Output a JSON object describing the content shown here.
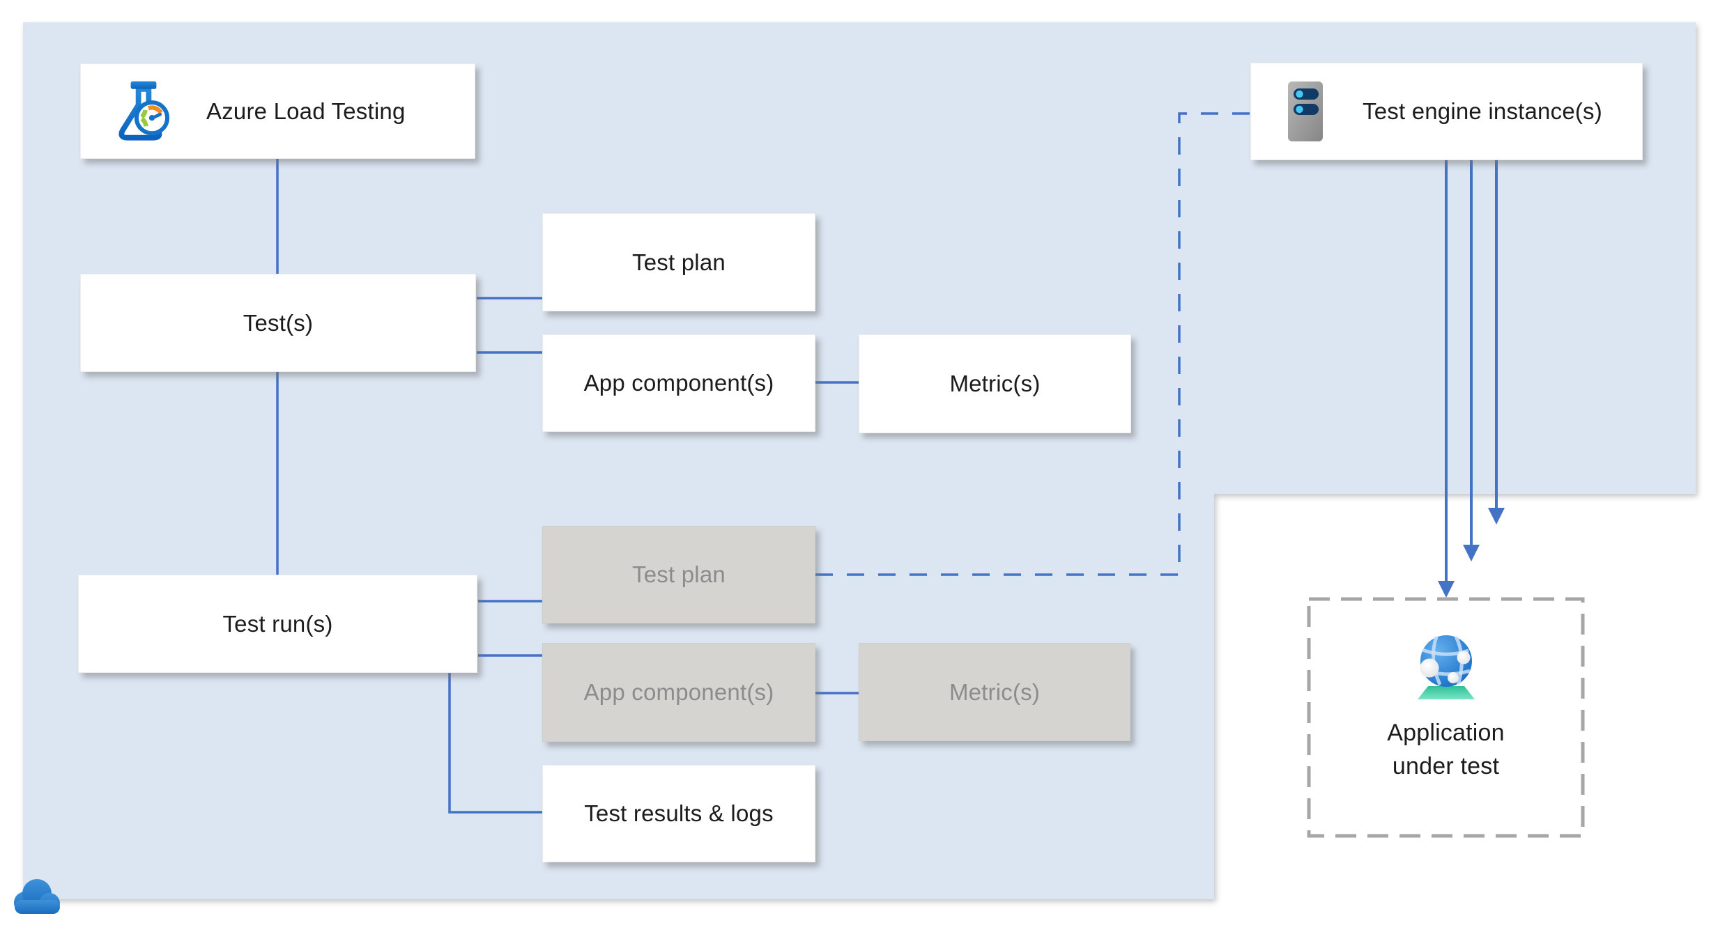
{
  "diagram": {
    "description_domain": "Azure Load Testing architecture diagram"
  },
  "nodes": {
    "azure_load_testing": {
      "label": "Azure Load Testing",
      "icon": "load-testing-icon"
    },
    "tests": {
      "label": "Test(s)"
    },
    "test_runs": {
      "label": "Test run(s)"
    },
    "test_plan": {
      "label": "Test plan"
    },
    "app_components": {
      "label": "App component(s)"
    },
    "metrics": {
      "label": "Metric(s)"
    },
    "test_run_test_plan": {
      "label": "Test plan"
    },
    "test_run_app_components": {
      "label": "App component(s)"
    },
    "test_run_metrics": {
      "label": "Metric(s)"
    },
    "test_results_logs": {
      "label": "Test results & logs"
    },
    "test_engine_instances": {
      "label": "Test engine instance(s)",
      "icon": "virtual-machine-icon"
    },
    "application_under_test": {
      "lines": [
        "Application",
        "under test"
      ],
      "icon": "app-service-icon"
    }
  },
  "decorations": {
    "corner_icon": "azure-cloud-icon"
  },
  "colors": {
    "canvas_blue": "#dce6f3",
    "connector_blue": "#4472c4",
    "node_white": "#ffffff",
    "muted_node_gray": "#d6d4d1",
    "muted_text_gray": "#8c8c8c",
    "dashed_border_gray": "#a6a6a6",
    "text_dark": "#1c1c1c"
  }
}
